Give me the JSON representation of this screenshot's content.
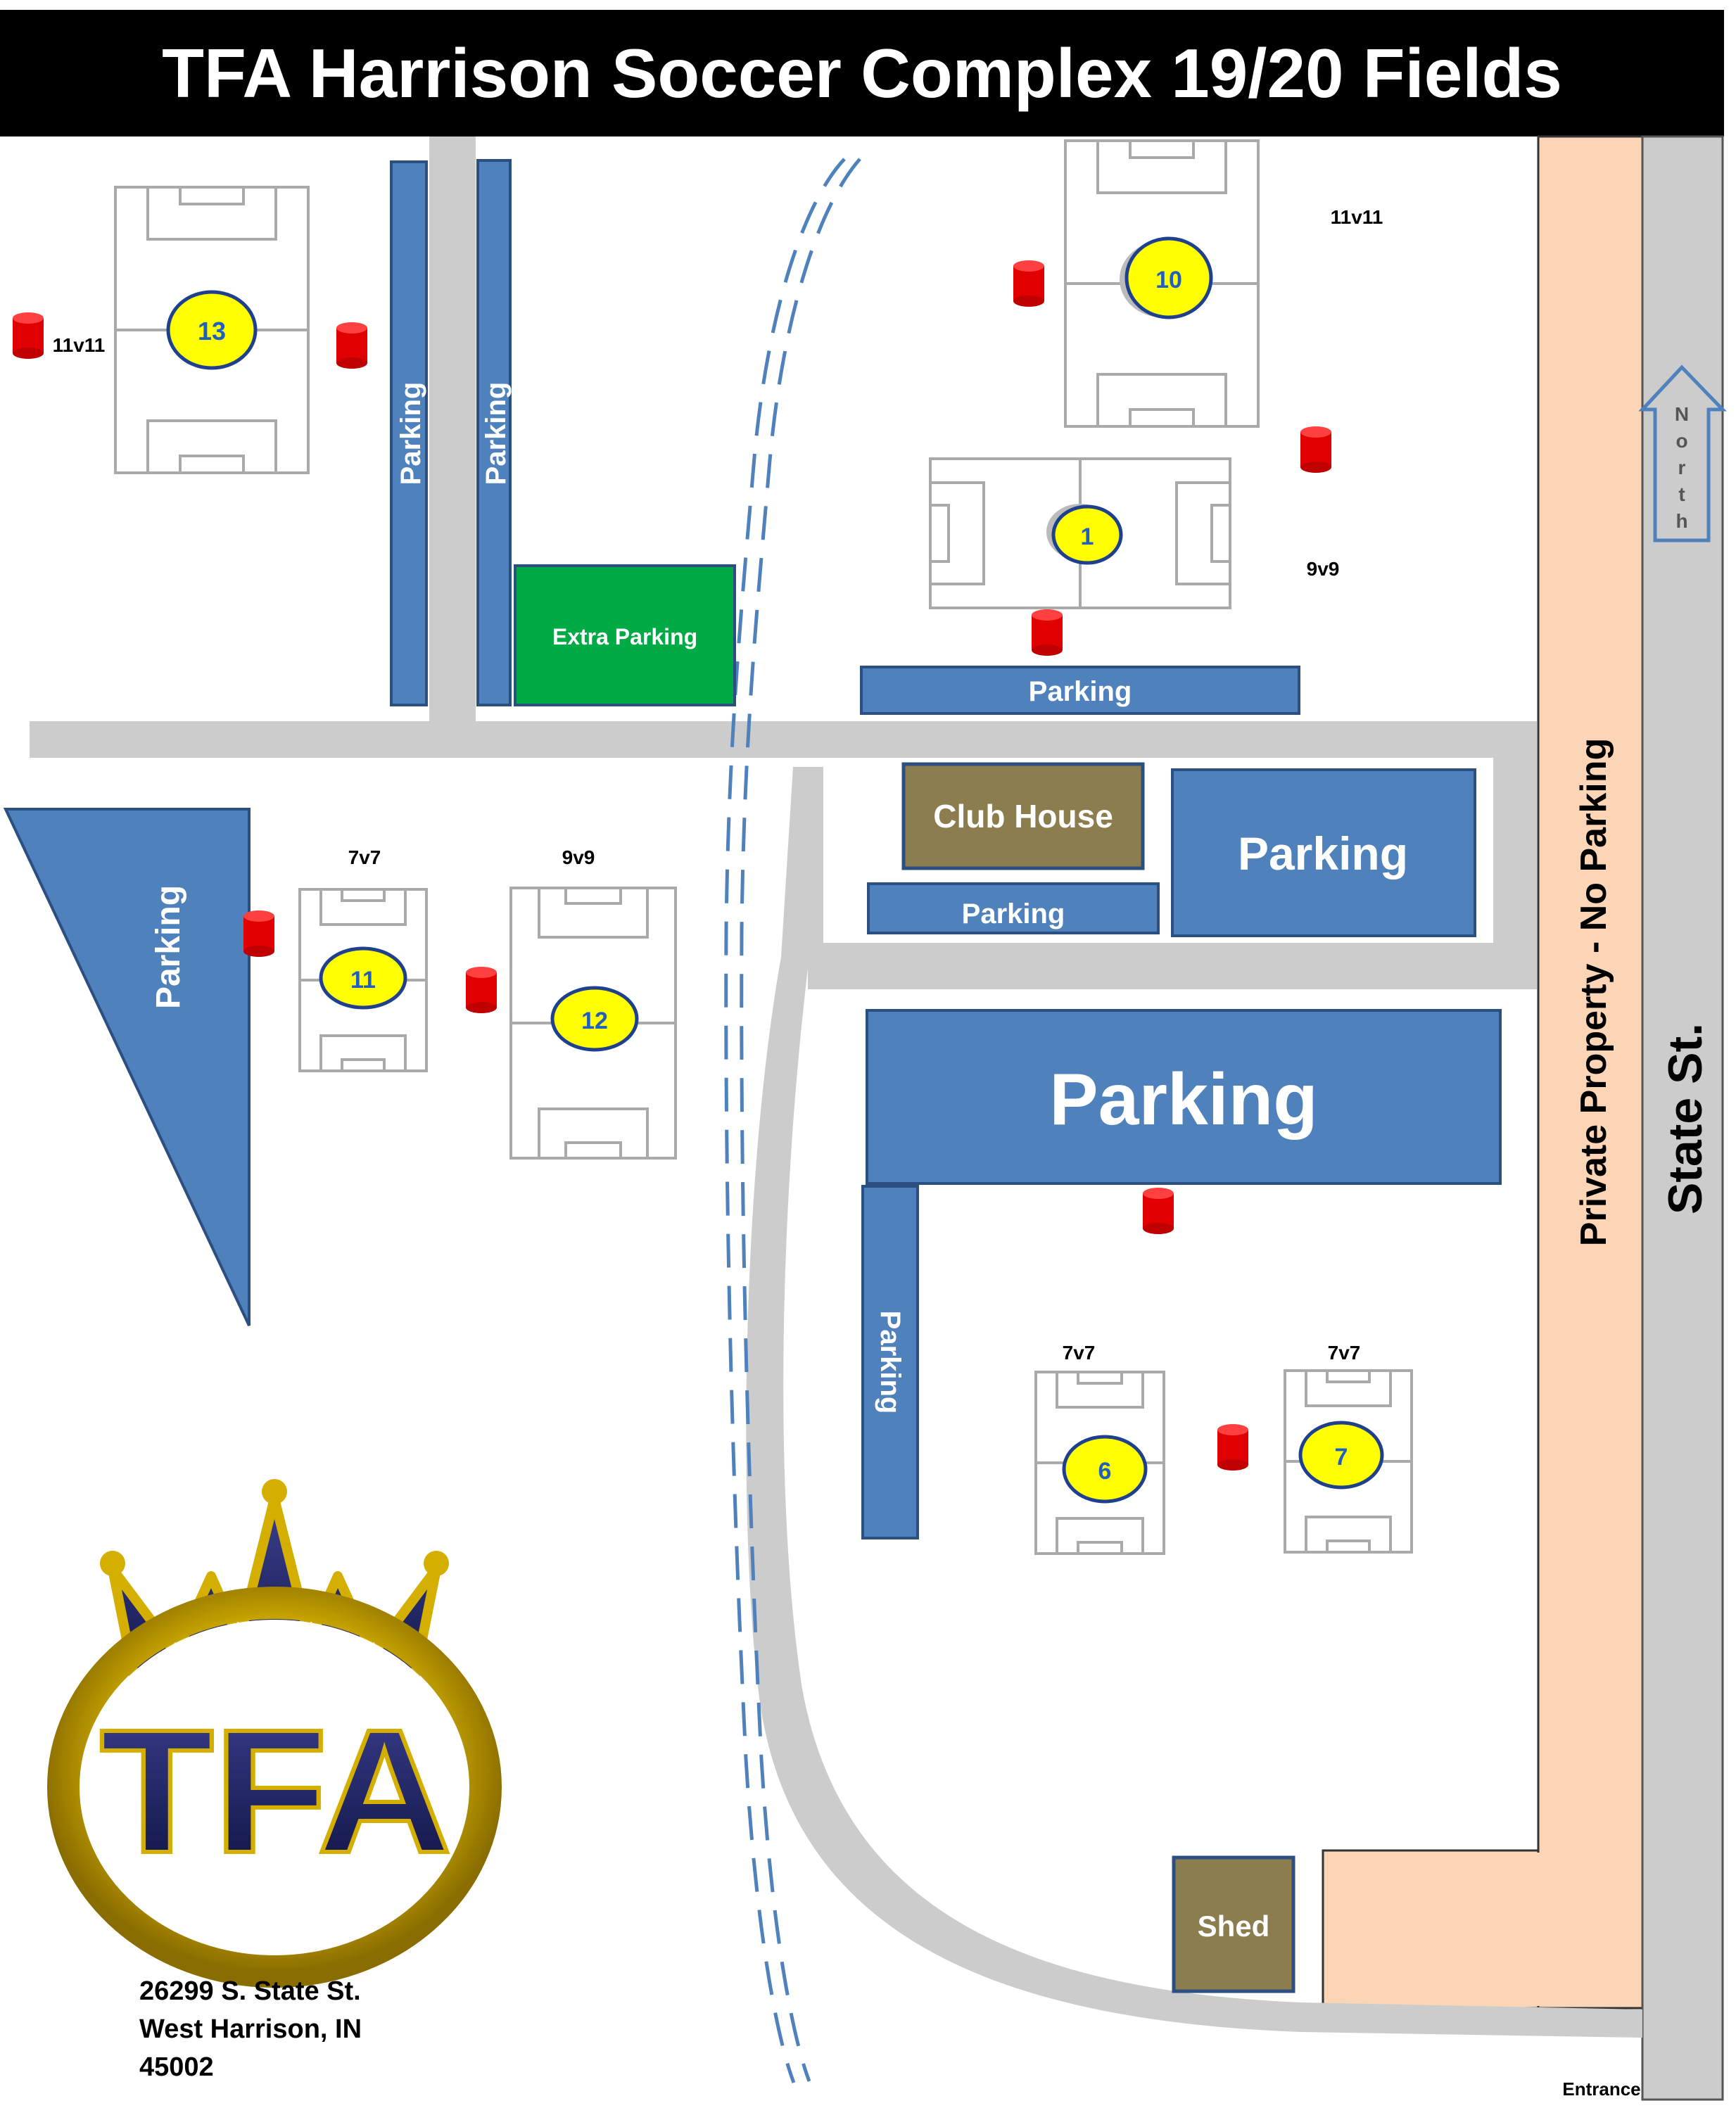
{
  "title": "TFA Harrison Soccer Complex 19/20 Fields",
  "colors": {
    "road": "#cccccc",
    "parking": "#4f81bd",
    "extra_parking": "#00aa44",
    "building": "#8b7d4e",
    "private_property": "#fbd5b5",
    "field_marker": "#ffff00",
    "field_number": "#1f5fbf",
    "goal_marker": "#ff0000",
    "creek": "#4f81bd"
  },
  "fields": [
    {
      "number": "13",
      "format": "11v11"
    },
    {
      "number": "10",
      "format": "11v11"
    },
    {
      "number": "1",
      "format": "9v9"
    },
    {
      "number": "11",
      "format": "7v7"
    },
    {
      "number": "12",
      "format": "9v9"
    },
    {
      "number": "6",
      "format": "7v7"
    },
    {
      "number": "7",
      "format": "7v7"
    }
  ],
  "labels": {
    "parking": "Parking",
    "extra_parking": "Extra Parking",
    "club_house": "Club House",
    "shed": "Shed",
    "private_property": "Private Property - No Parking",
    "street": "State St.",
    "entrance": "Entrance"
  },
  "compass": [
    "N",
    "o",
    "r",
    "t",
    "h"
  ],
  "address": {
    "line1": "26299 S. State St.",
    "line2": "West Harrison, IN",
    "line3": "45002"
  },
  "logo": {
    "text": "TFA"
  }
}
